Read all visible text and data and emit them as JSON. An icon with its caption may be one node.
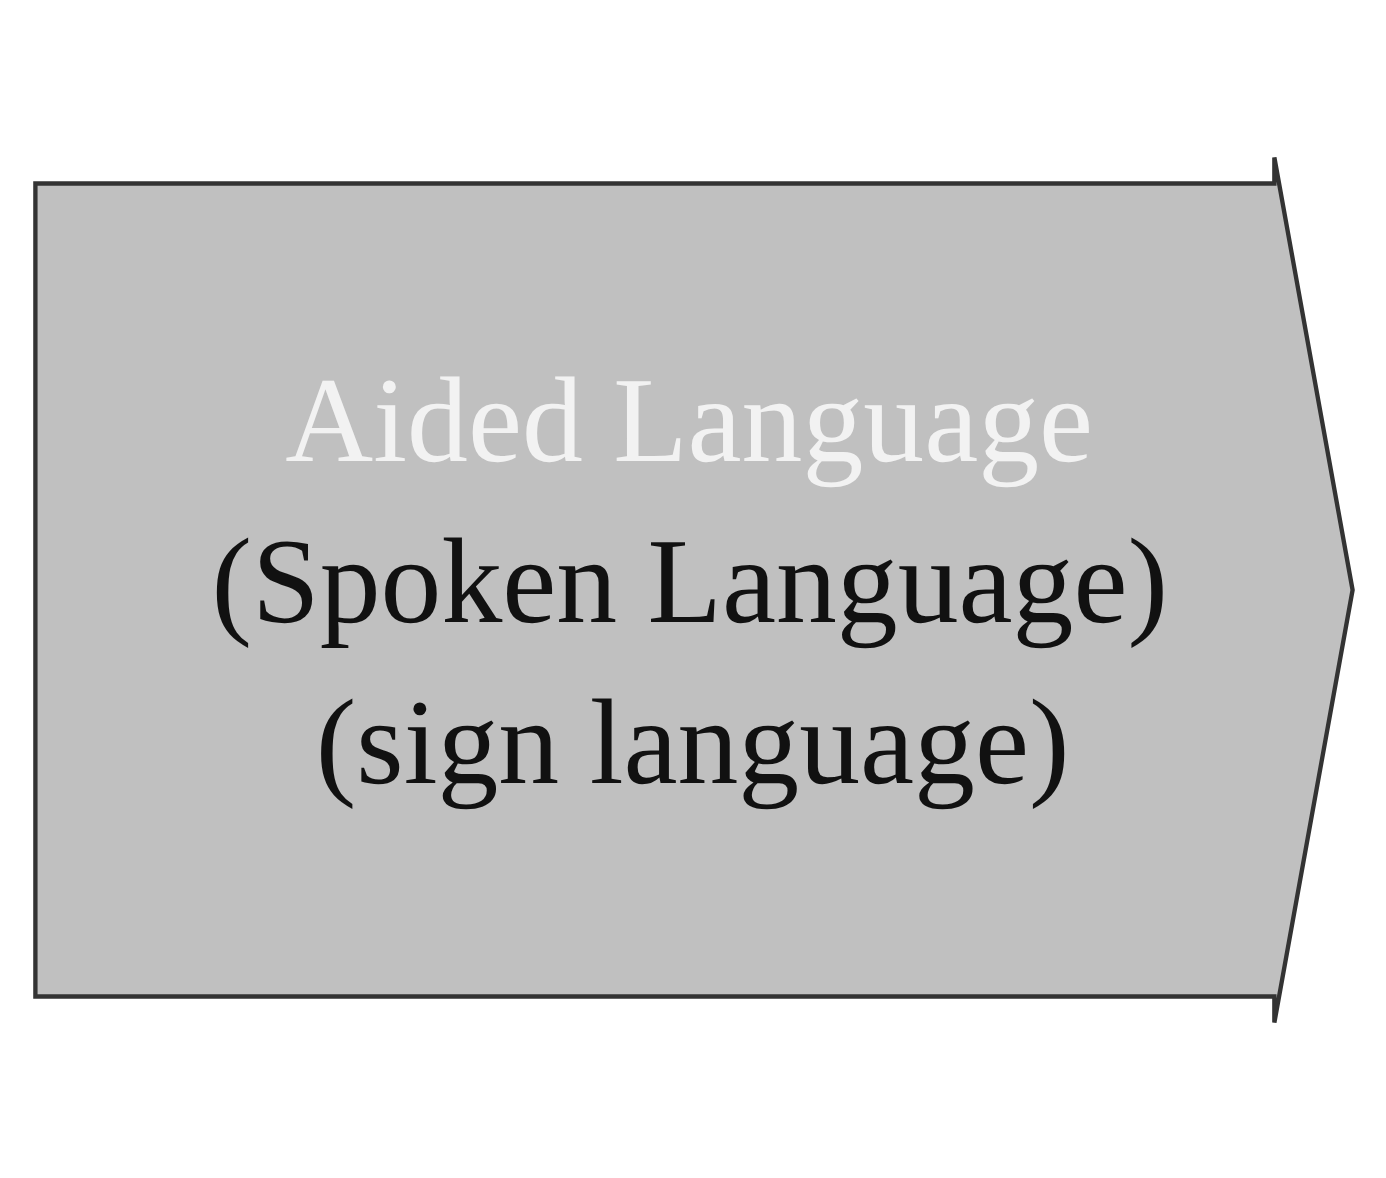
{
  "diagram": {
    "nodes": [
      {
        "text": [
          "Aided Language",
          "(Spoken Language)",
          "(sign language)"
        ]
      }
    ]
  }
}
